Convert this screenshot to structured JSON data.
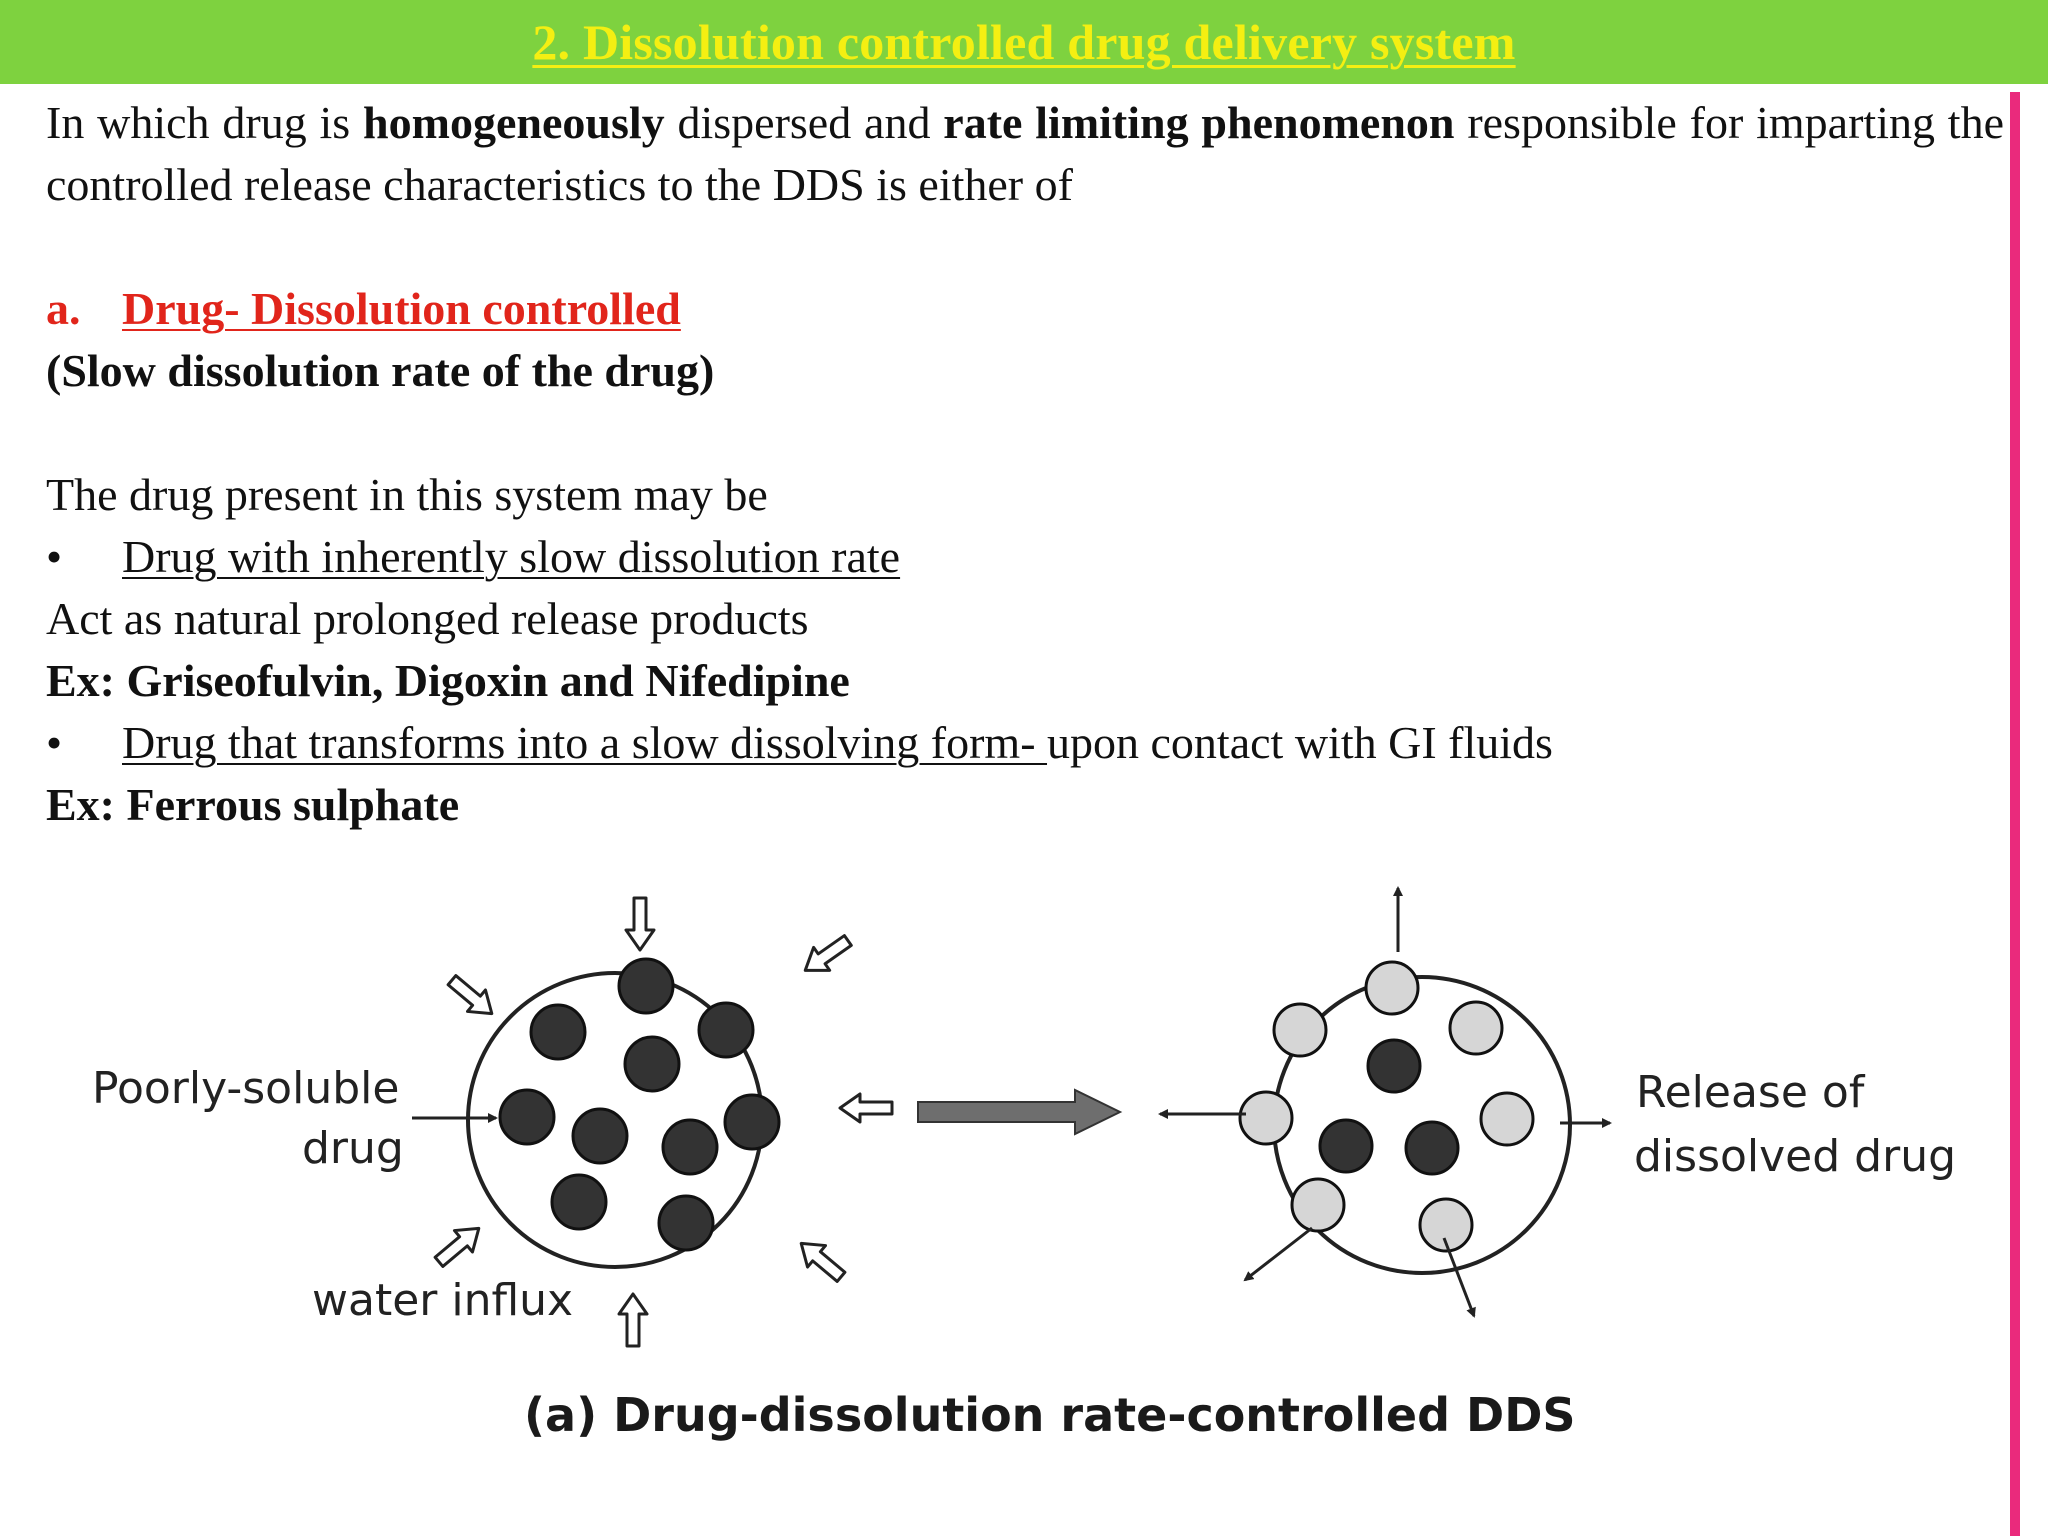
{
  "title": "2. Dissolution controlled drug delivery system",
  "intro": {
    "p1": "In which drug is ",
    "b1": "homogeneously",
    "p2": " dispersed and ",
    "b2": "rate limiting phenomenon",
    "p3": " responsible for imparting the controlled release characteristics to the DDS is either of"
  },
  "section_a": {
    "marker": "a.",
    "heading": "Drug- Dissolution controlled",
    "subheading": "(Slow dissolution rate of the drug)"
  },
  "lead": "The drug present in this system may be",
  "bullet1": {
    "glyph": "•",
    "text": "Drug with inherently slow dissolution rate"
  },
  "note1": "Act as natural prolonged release products",
  "example1": "Ex: Griseofulvin, Digoxin and Nifedipine",
  "bullet2": {
    "glyph": "•",
    "underlined": "Drug that transforms into a slow dissolving form- ",
    "rest": "upon contact with GI fluids"
  },
  "example2": "Ex: Ferrous sulphate",
  "figure": {
    "label_poorly_soluble": "Poorly-soluble",
    "label_drug": "drug",
    "label_water_influx": "water influx",
    "label_release": "Release of",
    "label_dissolved": "dissolved drug",
    "caption": "(a) Drug-dissolution rate-controlled DDS",
    "dark_particle_color": "#333333",
    "dissolved_particle_color": "#d6d6d6"
  },
  "colors": {
    "title_bar": "#7ed23f",
    "title_text": "#f4ef12",
    "accent_red": "#e1251b",
    "side_rule": "#ea2a7c"
  }
}
